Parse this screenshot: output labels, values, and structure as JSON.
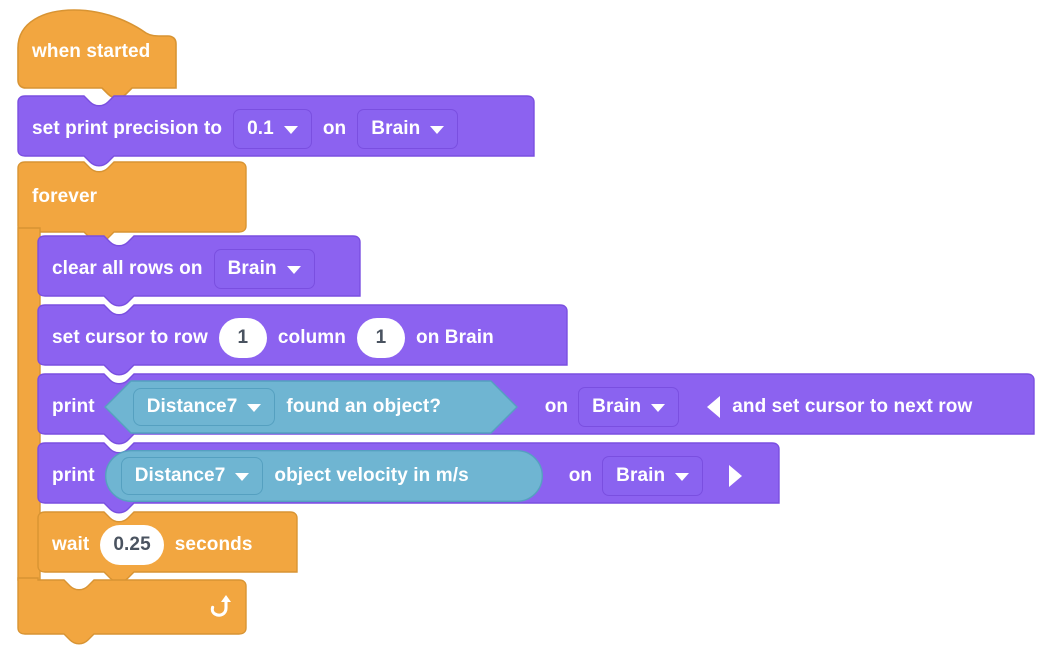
{
  "workspace": {
    "name": "vex-vr-blocks-workspace",
    "background": "#ffffff"
  },
  "palette": {
    "event_orange": "#f2a640",
    "event_orange_border": "#d89433",
    "control_orange": "#f2a640",
    "console_purple": "#8c62f0",
    "console_purple_border": "#7a4fe0",
    "chip_purple": "#8a63f0",
    "sensor_teal": "#6fb5d2",
    "sensor_teal_border": "#55a0c0",
    "chip_teal": "#6fb5d2",
    "text_white": "#ffffff",
    "text_dark": "#4a5360",
    "field_white": "#ffffff"
  },
  "script": {
    "name": "distance-sensor-print-loop",
    "blocks": [
      {
        "id": "when-started",
        "kind": "hat",
        "category": "event",
        "label": "when started"
      },
      {
        "id": "set-print-precision",
        "kind": "stack",
        "category": "console",
        "label_before": "set print precision to",
        "precision_value": "0.1",
        "label_middle": "on",
        "device_value": "Brain"
      },
      {
        "id": "forever",
        "kind": "c-block",
        "category": "control",
        "label": "forever"
      },
      {
        "id": "clear-all-rows",
        "kind": "stack",
        "category": "console",
        "label_before": "clear all rows on",
        "device_value": "Brain"
      },
      {
        "id": "set-cursor",
        "kind": "stack",
        "category": "console",
        "label_before": "set cursor to row",
        "row_value": "1",
        "label_middle": "column",
        "column_value": "1",
        "label_after": "on Brain"
      },
      {
        "id": "print-found-object",
        "kind": "stack",
        "category": "console",
        "label_before": "print",
        "reporter": {
          "shape": "hexagon",
          "category": "sensing",
          "device_value": "Distance7",
          "label": "found an object?"
        },
        "label_middle": "on",
        "device_value": "Brain",
        "expand_arrow": "collapse-left-arrow",
        "label_after": "and set cursor to next row"
      },
      {
        "id": "print-object-velocity",
        "kind": "stack",
        "category": "console",
        "label_before": "print",
        "reporter": {
          "shape": "oval",
          "category": "sensing",
          "device_value": "Distance7",
          "label": "object velocity in m/s"
        },
        "label_middle": "on",
        "device_value": "Brain",
        "expand_arrow": "expand-right-arrow"
      },
      {
        "id": "wait",
        "kind": "stack",
        "category": "control",
        "label_before": "wait",
        "seconds_value": "0.25",
        "label_after": "seconds"
      },
      {
        "id": "forever-footer",
        "kind": "c-block-footer",
        "category": "control",
        "icon": "loop-repeat-arrow-icon"
      }
    ]
  }
}
